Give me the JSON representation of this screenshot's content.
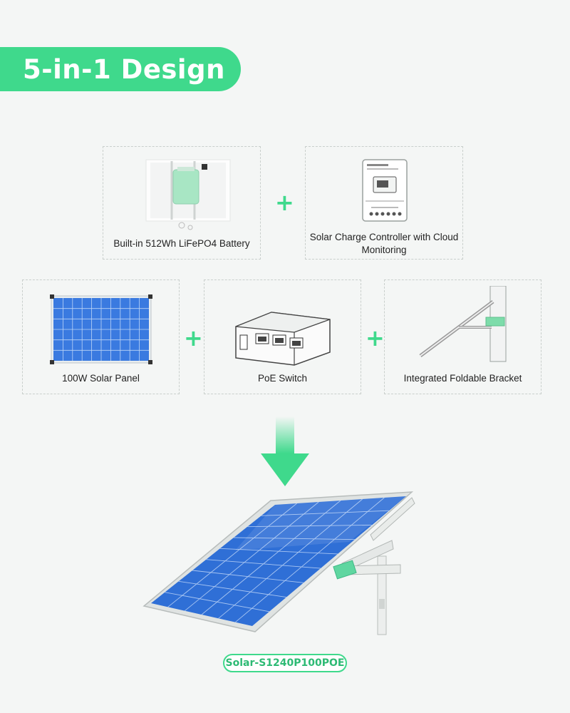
{
  "header": {
    "title": "5-in-1 Design"
  },
  "components": [
    {
      "label": "Built-in 512Wh LiFePO4 Battery",
      "icon": "battery-icon"
    },
    {
      "label": "Solar Charge Controller with Cloud Monitoring",
      "icon": "charge-controller-icon"
    },
    {
      "label": "100W Solar Panel",
      "icon": "solar-panel-icon"
    },
    {
      "label": "PoE Switch",
      "icon": "poe-switch-icon"
    },
    {
      "label": "Integrated Foldable Bracket",
      "icon": "bracket-icon"
    }
  ],
  "plus_symbol": "+",
  "product": {
    "model": "Solar-S1240P100POE"
  },
  "colors": {
    "accent": "#3fd98c",
    "panel_blue": "#2f6fd6",
    "background": "#f4f6f5"
  }
}
